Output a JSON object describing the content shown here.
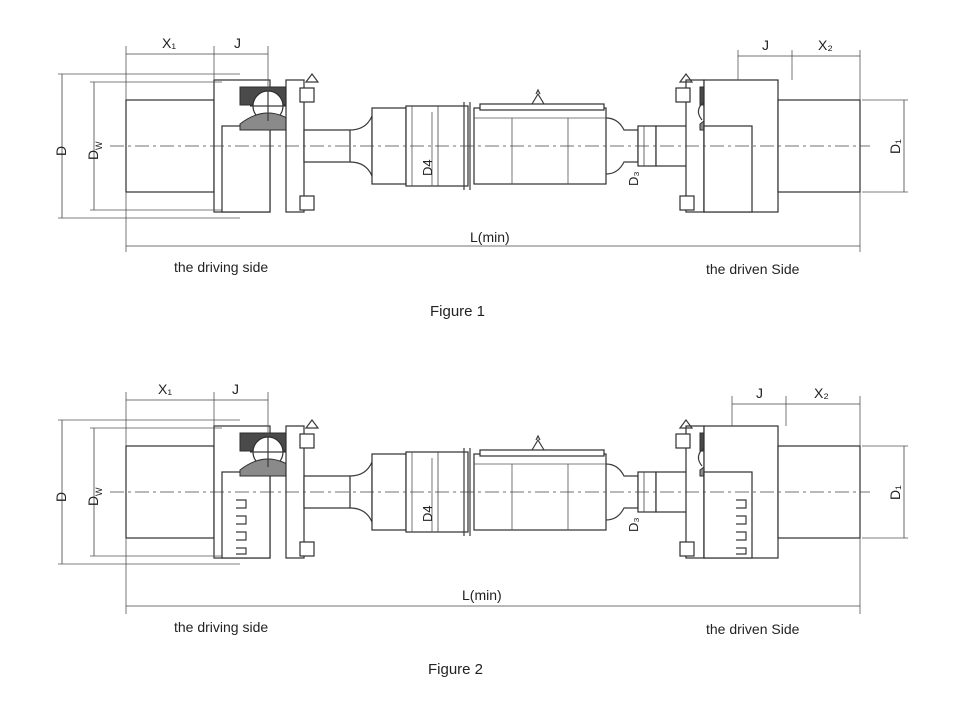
{
  "figures": [
    {
      "caption": "Figure 1",
      "labels": {
        "x1": "X₁",
        "x2": "X₂",
        "j_left": "J",
        "j_right": "J",
        "d": "D",
        "dw": "D",
        "dw_sub": "W",
        "d1": "D₁",
        "d3": "D₃",
        "d4": "D4",
        "length": "L(min)",
        "driving": "the driving side",
        "driven": "the driven  Side"
      }
    },
    {
      "caption": "Figure 2",
      "labels": {
        "x1": "X₁",
        "x2": "X₂",
        "j_left": "J",
        "j_right": "J",
        "d": "D",
        "dw": "D",
        "dw_sub": "W",
        "d1": "D₁",
        "d3": "D₃",
        "d4": "D4",
        "length": "L(min)",
        "driving": "the driving side",
        "driven": "the driven  Side"
      }
    }
  ]
}
